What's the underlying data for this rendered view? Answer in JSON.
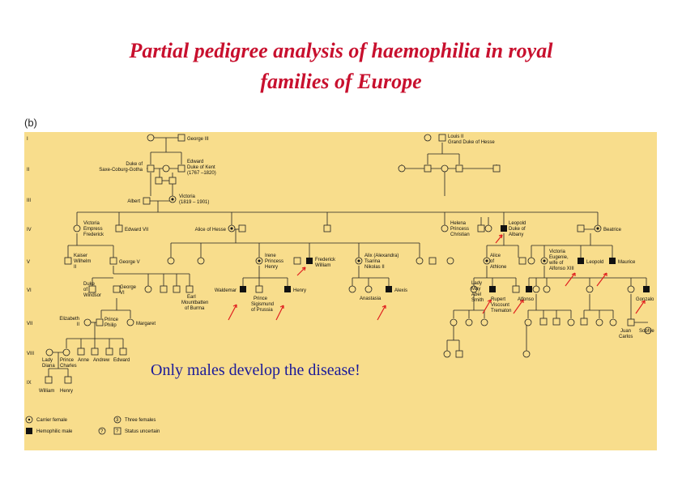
{
  "title_line1": "Partial pedigree analysis of haemophilia in royal",
  "title_line2": "families of Europe",
  "panel_label": "(b)",
  "note": "Only males develop the disease!",
  "colors": {
    "title": "#c8102e",
    "panel": "#f8dd8c",
    "note": "#1b1b9a",
    "arrow": "#e02020"
  },
  "generations": [
    "I",
    "II",
    "III",
    "IV",
    "V",
    "VI",
    "VII",
    "VIII",
    "IX"
  ],
  "names": {
    "george3": "George III",
    "louis2": [
      "Louis II",
      "Grand Duke of Hesse"
    ],
    "saxe": [
      "Duke of",
      "Saxe-Coburg-Gotha"
    ],
    "edward": [
      "Edward",
      "Duke of Kent",
      "(1767 –1820)"
    ],
    "albert": "Albert",
    "victoria": [
      "Victoria",
      "(1819 – 1901)"
    ],
    "vic_empress": [
      "Victoria",
      "Empress",
      "Frederick"
    ],
    "edward7": "Edward VII",
    "alice_hesse": "Alice of Hesse",
    "helena": [
      "Helena",
      "Princess",
      "Christian"
    ],
    "leopold": [
      "Leopold",
      "Duke of",
      "Albany"
    ],
    "beatrice": "Beatrice",
    "kaiser": [
      "Kaiser",
      "Wilhelm",
      "II"
    ],
    "george5": "George V",
    "irene": [
      "Irene",
      "Princess",
      "Henry"
    ],
    "frederick": [
      "Frederick",
      "William"
    ],
    "alix": [
      "Alix (Alexandra)",
      "Tsarina",
      "Nikolas II"
    ],
    "alice_athlone": [
      "Alice",
      "of",
      "Athlone"
    ],
    "vic_eugenie": [
      "Victoria",
      "Eugenie,",
      "wife of",
      "Alfonso XIII"
    ],
    "leopold2": "Leopold",
    "maurice": "Maurice",
    "duke_windsor": [
      "Duke",
      "of",
      "Windsor"
    ],
    "george6": [
      "George",
      "VI"
    ],
    "earl": [
      "Earl",
      "Mountbatten",
      "of Burma"
    ],
    "waldemar": "Waldemar",
    "sigismund": [
      "Prince",
      "Sigismund",
      "of Prussia"
    ],
    "henry": "Henry",
    "anastasia": "Anastasia",
    "alexis": "Alexis",
    "lady_may": [
      "Lady",
      "May",
      "Abel",
      "Smith"
    ],
    "rupert": [
      "Rupert",
      "Viscount",
      "Trematon"
    ],
    "alfonso": "Alfonso",
    "gonzalo": "Gonzalo",
    "elizabeth": [
      "Elizabeth",
      "II"
    ],
    "philip": [
      "Prince",
      "Philip"
    ],
    "margaret": "Margaret",
    "juan": [
      "Juan",
      "Carlos"
    ],
    "sophie": "Sophie",
    "gen8": [
      "Lady",
      "Diana",
      "Prince",
      "Charles",
      "Anne",
      "Andrew",
      "Edward"
    ],
    "william": "William",
    "henry9": "Henry"
  },
  "legend": {
    "carrier": "Carrier female",
    "hemophilic": "Hemophilic male",
    "three": "Three females",
    "uncertain": "Status uncertain",
    "three_symbol": "3",
    "uncertain_symbol": "?"
  }
}
